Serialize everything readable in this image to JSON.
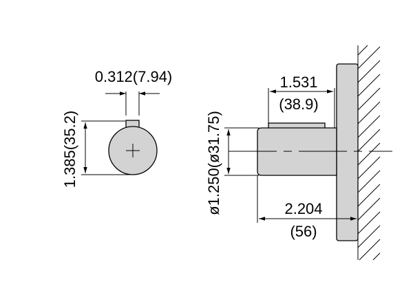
{
  "colors": {
    "part_fill": "#d3d3d3",
    "line": "#000000",
    "background": "#ffffff"
  },
  "dimensions": {
    "key_width": "0.312(7.94)",
    "shaft_height": "1.385(35.2)",
    "shaft_diameter": "ø1.250(ø31.75)",
    "key_length_in": "1.531",
    "key_length_mm": "(38.9)",
    "shaft_length_in": "2.204",
    "shaft_length_mm": "(56)"
  }
}
